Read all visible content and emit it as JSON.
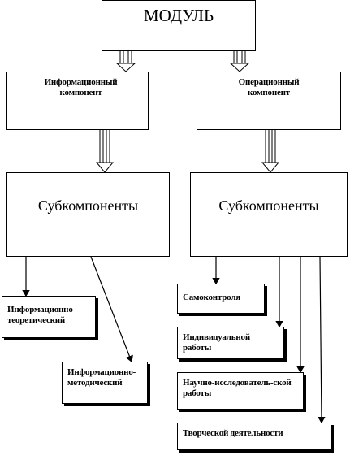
{
  "module": {
    "label": "МОДУЛЬ"
  },
  "info_component": {
    "label": "Информационный компонент"
  },
  "oper_component": {
    "label": "Операционный компонент"
  },
  "subcomponents_left": {
    "label": "Субкомпоненты"
  },
  "subcomponents_right": {
    "label": "Субкомпоненты"
  },
  "left_items": [
    {
      "label": "Информационно-теоретический"
    },
    {
      "label": "Информационно-методический"
    }
  ],
  "right_items": [
    {
      "label": "Самоконтроля"
    },
    {
      "label": "Индивидуальной работы"
    },
    {
      "label": "Научно-исследователь-ской работы"
    },
    {
      "label": "Творческой деятельности"
    }
  ]
}
